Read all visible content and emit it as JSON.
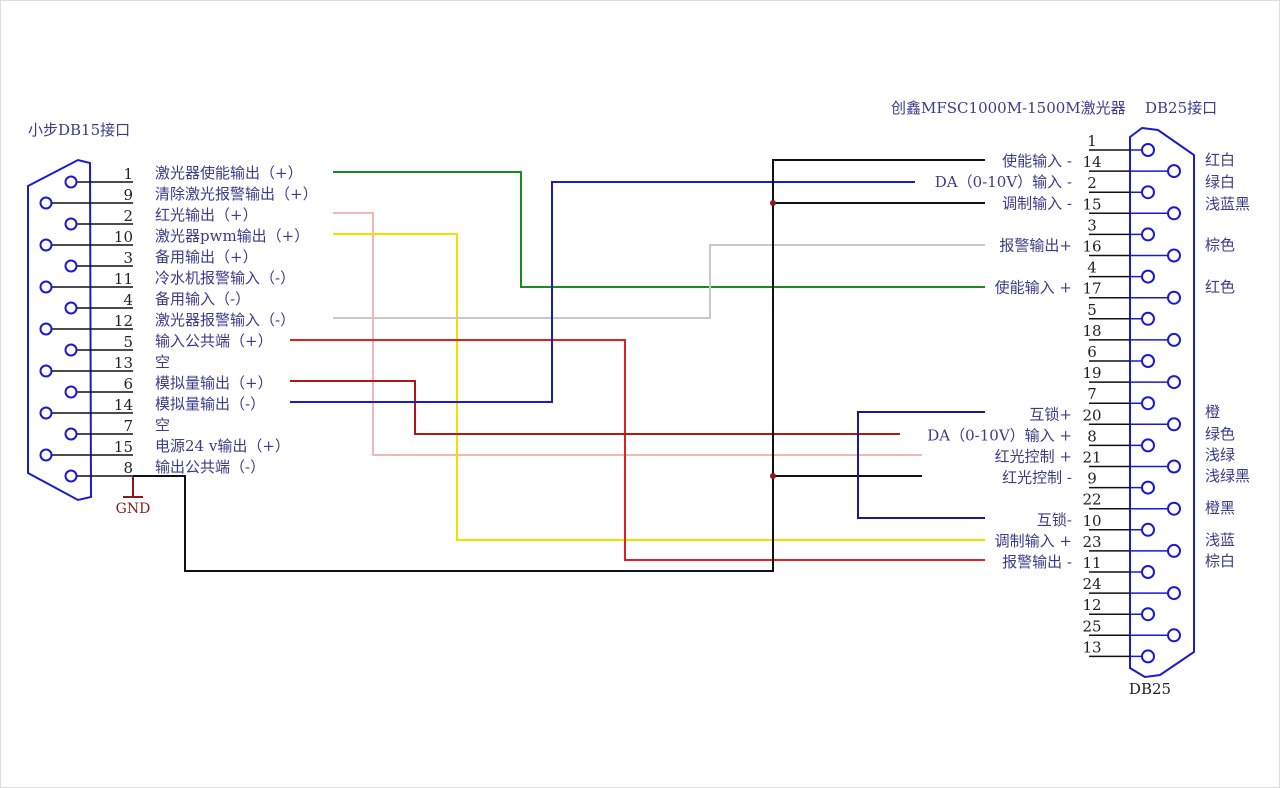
{
  "left_title": "小步DB15接口",
  "right_title": "创鑫MFSC1000M-1500M激光器",
  "right_connector_title": "DB25接口",
  "db25_label": "DB25",
  "gnd_label": "GND",
  "left_pins": [
    {
      "num": "1",
      "label": "激光器使能输出（+）"
    },
    {
      "num": "9",
      "label": "清除激光报警输出（+）"
    },
    {
      "num": "2",
      "label": "红光输出（+）"
    },
    {
      "num": "10",
      "label": "激光器pwm输出（+）"
    },
    {
      "num": "3",
      "label": "备用输出（+）"
    },
    {
      "num": "11",
      "label": "冷水机报警输入（-）"
    },
    {
      "num": "4",
      "label": "备用输入（-）"
    },
    {
      "num": "12",
      "label": "激光器报警输入（-）"
    },
    {
      "num": "5",
      "label": "输入公共端（+）"
    },
    {
      "num": "13",
      "label": "空"
    },
    {
      "num": "6",
      "label": "模拟量输出（+）"
    },
    {
      "num": "14",
      "label": "模拟量输出（-）"
    },
    {
      "num": "7",
      "label": "空"
    },
    {
      "num": "15",
      "label": "电源24 v输出（+）"
    },
    {
      "num": "8",
      "label": "输出公共端（-）"
    }
  ],
  "right_pins": [
    {
      "num": "1",
      "label": "",
      "color": ""
    },
    {
      "num": "14",
      "label": "使能输入 -",
      "color": "红白"
    },
    {
      "num": "2",
      "label": "DA（0-10V）输入 -",
      "color": "绿白"
    },
    {
      "num": "15",
      "label": "调制输入 -",
      "color": "浅蓝黑"
    },
    {
      "num": "3",
      "label": "",
      "color": ""
    },
    {
      "num": "16",
      "label": "报警输出+",
      "color": "棕色"
    },
    {
      "num": "4",
      "label": "",
      "color": ""
    },
    {
      "num": "17",
      "label": "使能输入 +",
      "color": "红色"
    },
    {
      "num": "5",
      "label": "",
      "color": ""
    },
    {
      "num": "18",
      "label": "",
      "color": ""
    },
    {
      "num": "6",
      "label": "",
      "color": ""
    },
    {
      "num": "19",
      "label": "",
      "color": ""
    },
    {
      "num": "7",
      "label": "",
      "color": ""
    },
    {
      "num": "20",
      "label": "互锁+",
      "color": "橙"
    },
    {
      "num": "8",
      "label": "DA（0-10V）输入 +",
      "color": "绿色"
    },
    {
      "num": "21",
      "label": "红光控制 +",
      "color": "浅绿"
    },
    {
      "num": "9",
      "label": "红光控制 -",
      "color": "浅绿黑"
    },
    {
      "num": "22",
      "label": "",
      "color": "橙黑"
    },
    {
      "num": "10",
      "label": "互锁-",
      "color": ""
    },
    {
      "num": "23",
      "label": "调制输入 +",
      "color": "浅蓝"
    },
    {
      "num": "11",
      "label": "报警输出 -",
      "color": "棕白"
    },
    {
      "num": "24",
      "label": "",
      "color": ""
    },
    {
      "num": "12",
      "label": "",
      "color": ""
    },
    {
      "num": "25",
      "label": "",
      "color": ""
    },
    {
      "num": "13",
      "label": "",
      "color": ""
    }
  ],
  "wire_colors": {
    "enable": "#1a8a1a",
    "red_light": "#f2b8b8",
    "pwm": "#f0e000",
    "alarm_in": "#c8c8c8",
    "common_plus": "#e02020",
    "analog_plus": "#b01818",
    "analog_minus": "#1a1ad0",
    "ground": "#111111",
    "interlock": "#1a1a90",
    "connector": "#1a1ad0"
  }
}
